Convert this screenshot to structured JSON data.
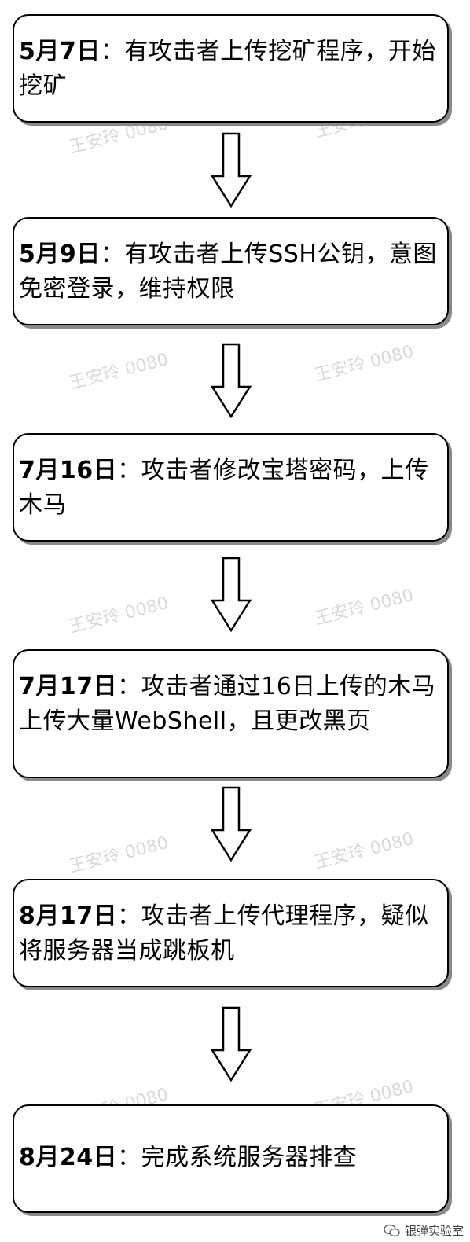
{
  "steps": [
    {
      "date": "5月7日",
      "sep": "：",
      "text": "有攻击者上传挖矿程序，开始挖矿"
    },
    {
      "date": "5月9日",
      "sep": "：",
      "text": "有攻击者上传SSH公钥，意图免密登录，维持权限"
    },
    {
      "date": "7月16日",
      "sep": "：",
      "text": "攻击者修改宝塔密码，上传木马"
    },
    {
      "date": "7月17日",
      "sep": "：",
      "text": "攻击者通过16日上传的木马上传大量WebShell，且更改黑页"
    },
    {
      "date": "8月17日",
      "sep": "：",
      "text": "攻击者上传代理程序，疑似将服务器当成跳板机"
    },
    {
      "date": "8月24日",
      "sep": "：",
      "text": "完成系统服务器排查"
    }
  ],
  "watermark": "王安玲 0080",
  "corner_logo": "银弹实验室"
}
